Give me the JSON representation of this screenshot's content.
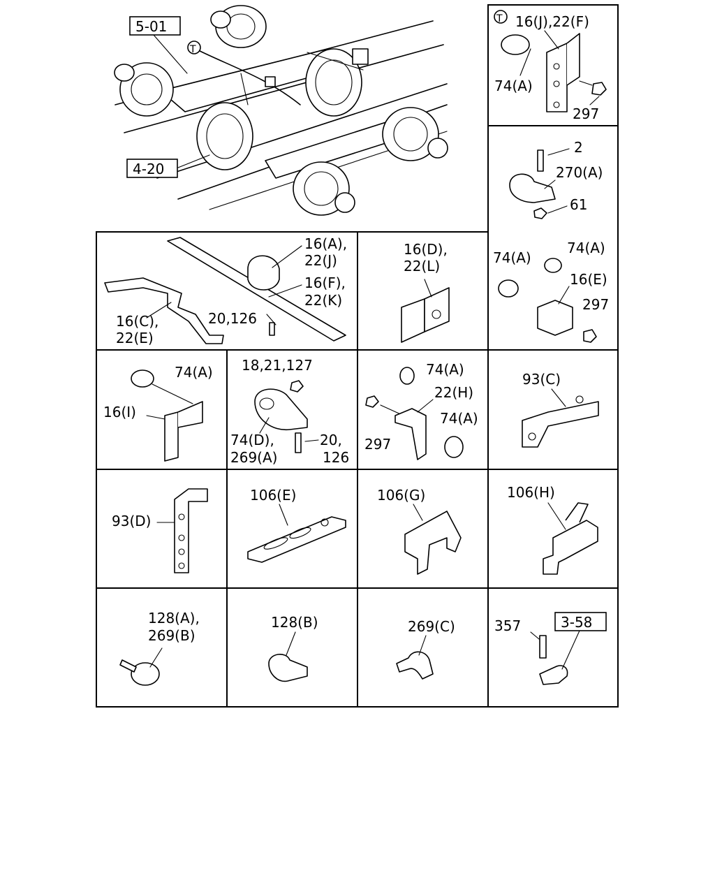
{
  "refs": {
    "r501": "5-01",
    "r420": "4-20",
    "r358": "3-58"
  },
  "marker": "T",
  "labels": {
    "c1_a": "16(J),22(F)",
    "c1_b": "74(A)",
    "c1_c": "297",
    "c2_a": "2",
    "c2_b": "270(A)",
    "c2_c": "61",
    "r2c1_a": "16(A),",
    "r2c1_b": "22(J)",
    "r2c1_c": "16(F),",
    "r2c1_d": "22(K)",
    "r2c1_e": "16(C),",
    "r2c1_f": "22(E)",
    "r2c1_g": "20,126",
    "r2c3_a": "16(D),",
    "r2c3_b": "22(L)",
    "r2c4_a": "74(A)",
    "r2c4_b": "74(A)",
    "r2c4_c": "16(E)",
    "r2c4_d": "297",
    "r3c1_a": "74(A)",
    "r3c1_b": "16(I)",
    "r3c2_a": "18,21,127",
    "r3c2_b": "74(D),",
    "r3c2_c": "269(A)",
    "r3c2_d": "20,",
    "r3c2_e": "126",
    "r3c3_a": "74(A)",
    "r3c3_b": "22(H)",
    "r3c3_c": "297",
    "r3c3_d": "74(A)",
    "r3c4_a": "93(C)",
    "r4c1_a": "93(D)",
    "r4c2_a": "106(E)",
    "r4c3_a": "106(G)",
    "r4c4_a": "106(H)",
    "r5c1_a": "128(A),",
    "r5c1_b": "269(B)",
    "r5c2_a": "128(B)",
    "r5c3_a": "269(C)",
    "r5c4_a": "357"
  }
}
